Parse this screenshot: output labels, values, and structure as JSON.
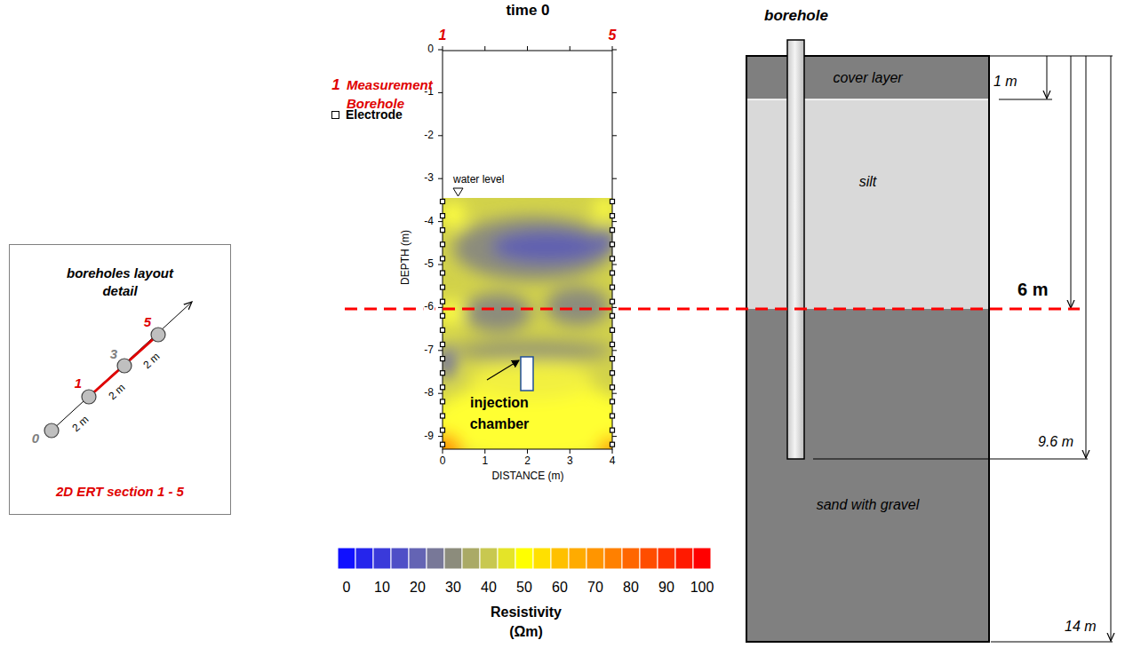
{
  "diagram": {
    "nodes": [
      {
        "text": [
          "boreholes layout detail",
          "2D ERT section 1 - 5"
        ]
      },
      {
        "text": [
          "cover layer"
        ]
      },
      {
        "text": [
          "silt"
        ]
      },
      {
        "text": [
          "sand with gravel"
        ]
      }
    ],
    "labels": [
      "time 0",
      "1",
      "5",
      "1",
      "water level",
      "injection chamber",
      "DEPTH (m)",
      "0",
      "-1",
      "-2",
      "-3",
      "-4",
      "-5",
      "-6",
      "-7",
      "-8",
      "-9",
      "0",
      "1",
      "2",
      "3",
      "4",
      "DISTANCE (m)",
      "0",
      "10",
      "20",
      "30",
      "40",
      "50",
      "60",
      "70",
      "80",
      "90",
      "100",
      "Resistivity",
      "(Ωm)",
      "borehole",
      "1 m",
      "6 m",
      "9.6 m",
      "14 m",
      "0",
      "1",
      "3",
      "5",
      "2 m",
      "2 m",
      "2 m"
    ],
    "legend": [
      {
        "text": "Measurement Borehole"
      },
      {
        "text": "Electrode"
      }
    ]
  }
}
